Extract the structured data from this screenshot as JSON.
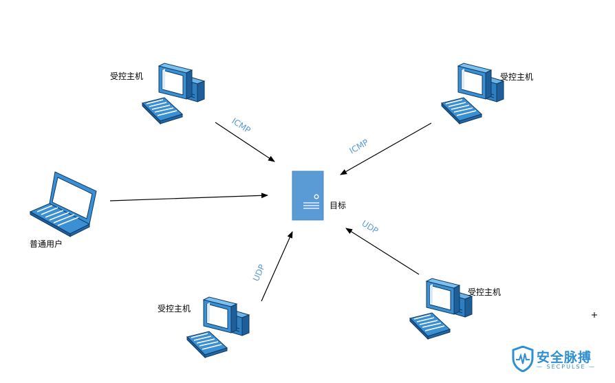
{
  "nodes": {
    "host_top_left": {
      "label": "受控主机"
    },
    "host_top_right": {
      "label": "受控主机"
    },
    "host_bottom_left": {
      "label": "受控主机"
    },
    "host_bottom_right": {
      "label": "受控主机"
    },
    "laptop_user": {
      "label": "普通用户"
    },
    "target_server": {
      "label": "目标"
    }
  },
  "edges": [
    {
      "from": "host_top_left",
      "to": "target_server",
      "label": "ICMP"
    },
    {
      "from": "host_top_right",
      "to": "target_server",
      "label": "ICMP"
    },
    {
      "from": "laptop_user",
      "to": "target_server",
      "label": ""
    },
    {
      "from": "host_bottom_left",
      "to": "target_server",
      "label": "UDP"
    },
    {
      "from": "host_bottom_right",
      "to": "target_server",
      "label": "UDP"
    }
  ],
  "colors": {
    "edge_label": "#5b9bd5",
    "arrow": "#000000",
    "server": "#5b9bd5",
    "device_blue": "#3b8fd3",
    "logo": "#2f8fd0"
  },
  "logo": {
    "text": "安全脉搏",
    "sub": "— SECPULSE —",
    "icon": "shield-pulse-icon"
  }
}
